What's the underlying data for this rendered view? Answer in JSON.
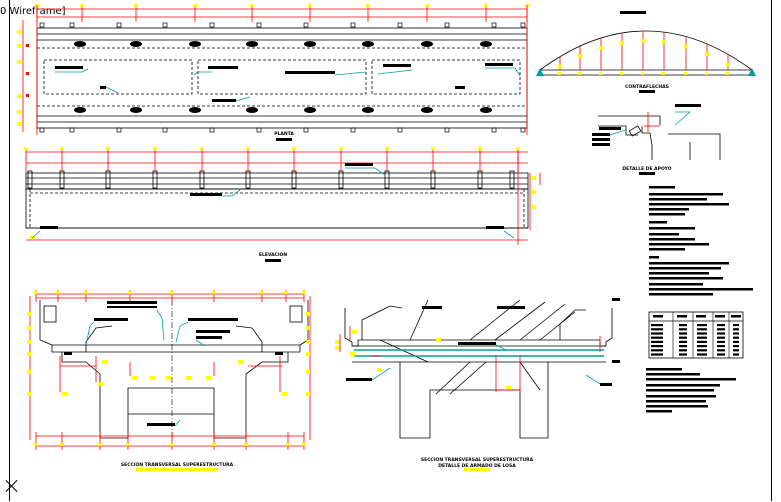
{
  "viewport": {
    "label": "0 Wireframe]"
  },
  "titles": {
    "planta": "PLANTA",
    "elevacion": "ELEVACION",
    "contraflechas": "CONTRAFLECHAS",
    "detalle_apoyo": "DETALLE DE APOYO",
    "seccion_transversal": "SECCION TRANSVERSAL SUPERESTRUCTURA",
    "seccion_losa_1": "SECCION TRANSVERSAL SUPERESTRUCTURA",
    "seccion_losa_2": "DETALLE DE ARMADO DE LOSA"
  },
  "colors": {
    "line": "#000000",
    "dimension": "#ff0000",
    "annotation": "#ffff00",
    "leader": "#00a0a0",
    "background": "#ffffff"
  }
}
